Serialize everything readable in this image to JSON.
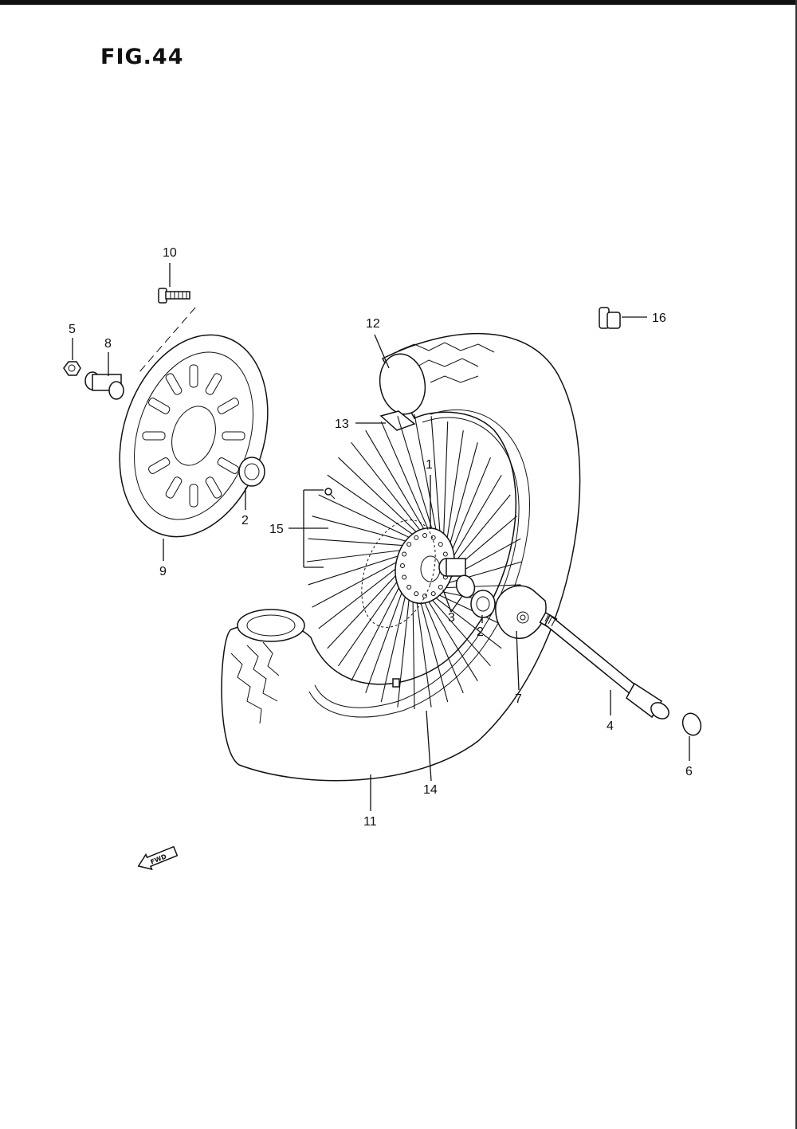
{
  "figure": {
    "title": "FIG.44"
  },
  "callouts": [
    {
      "id": "c1",
      "text": "1"
    },
    {
      "id": "c2a",
      "text": "2"
    },
    {
      "id": "c2b",
      "text": "2"
    },
    {
      "id": "c3",
      "text": "3"
    },
    {
      "id": "c4",
      "text": "4"
    },
    {
      "id": "c5",
      "text": "5"
    },
    {
      "id": "c6",
      "text": "6"
    },
    {
      "id": "c7",
      "text": "7"
    },
    {
      "id": "c8",
      "text": "8"
    },
    {
      "id": "c9",
      "text": "9"
    },
    {
      "id": "c10",
      "text": "10"
    },
    {
      "id": "c11",
      "text": "11"
    },
    {
      "id": "c12",
      "text": "12"
    },
    {
      "id": "c13",
      "text": "13"
    },
    {
      "id": "c14",
      "text": "14"
    },
    {
      "id": "c15",
      "text": "15"
    },
    {
      "id": "c16",
      "text": "16"
    }
  ],
  "direction_arrow": {
    "text": "FWD"
  }
}
